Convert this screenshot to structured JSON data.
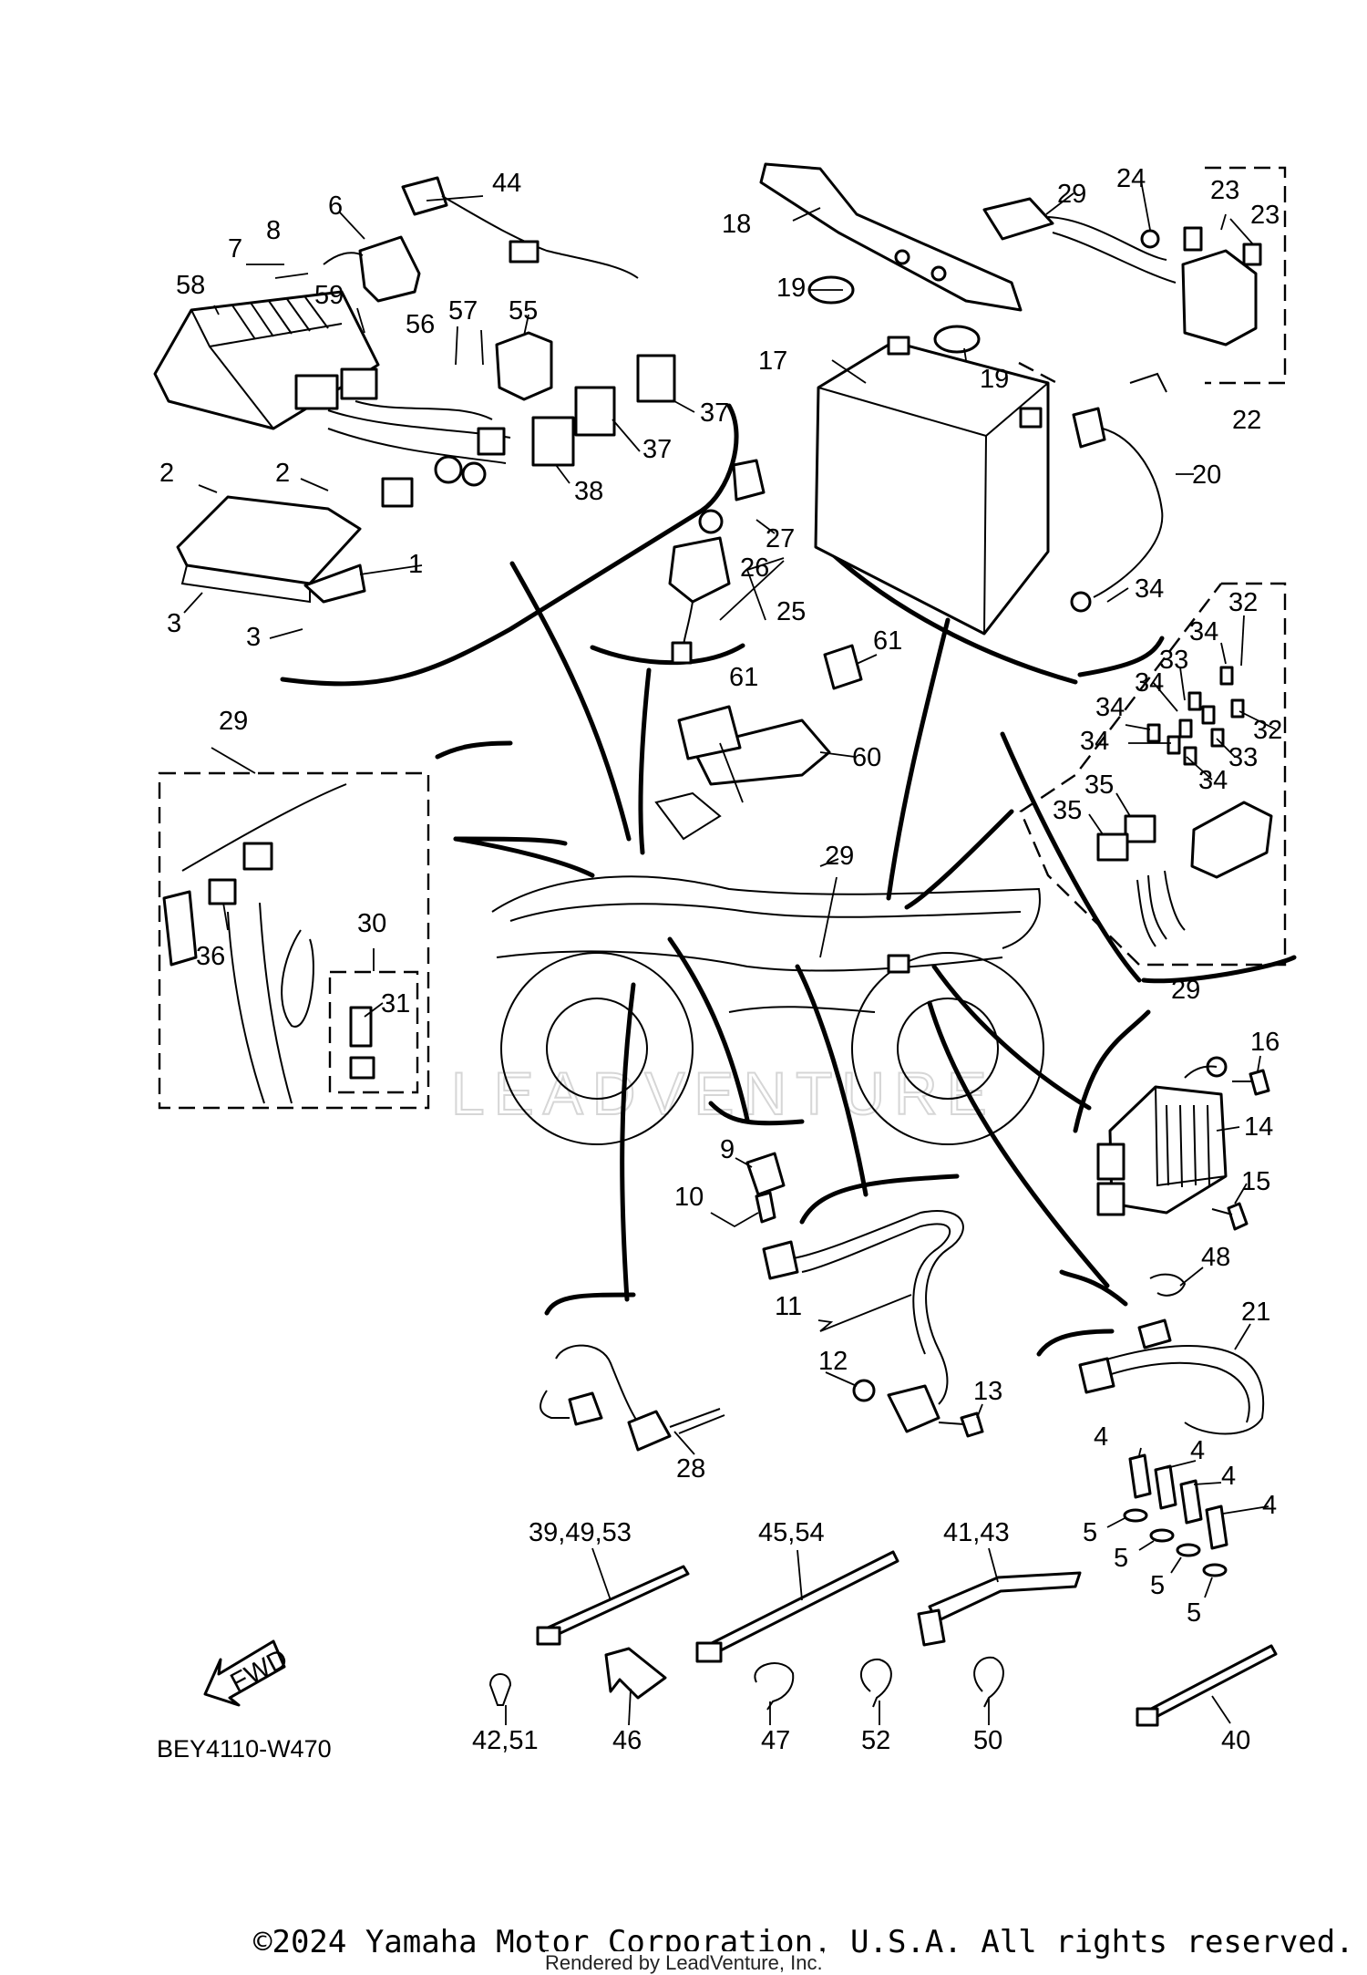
{
  "diagram_code": "BEY4110-W470",
  "watermark": "LEADVENTURE",
  "fwd_label": "FWD",
  "copyright": "©2024 Yamaha Motor Corporation, U.S.A. All rights reserved.",
  "rendered_by": "Rendered by LeadVenture, Inc.",
  "callouts": {
    "c1": "1",
    "c2a": "2",
    "c2b": "2",
    "c3a": "3",
    "c3b": "3",
    "c4a": "4",
    "c4b": "4",
    "c4c": "4",
    "c4d": "4",
    "c5a": "5",
    "c5b": "5",
    "c5c": "5",
    "c5d": "5",
    "c6": "6",
    "c7": "7",
    "c8": "8",
    "c9": "9",
    "c10": "10",
    "c11": "11",
    "c12": "12",
    "c13": "13",
    "c14": "14",
    "c15": "15",
    "c16": "16",
    "c17": "17",
    "c18": "18",
    "c19a": "19",
    "c19b": "19",
    "c20": "20",
    "c21": "21",
    "c22": "22",
    "c23a": "23",
    "c23b": "23",
    "c24": "24",
    "c25": "25",
    "c26": "26",
    "c27": "27",
    "c28": "28",
    "c29a": "29",
    "c29b": "29",
    "c29c": "29",
    "c29d": "29",
    "c30": "30",
    "c31": "31",
    "c32a": "32",
    "c32b": "32",
    "c33a": "33",
    "c33b": "33",
    "c34a": "34",
    "c34b": "34",
    "c34c": "34",
    "c34d": "34",
    "c34e": "34",
    "c34f": "34",
    "c35a": "35",
    "c35b": "35",
    "c36": "36",
    "c37a": "37",
    "c37b": "37",
    "c38": "38",
    "c39": "39,49,53",
    "c40": "40",
    "c41": "41,43",
    "c42": "42,51",
    "c44": "44",
    "c45": "45,54",
    "c46": "46",
    "c47": "47",
    "c48": "48",
    "c50": "50",
    "c52": "52",
    "c55": "55",
    "c56": "56",
    "c57": "57",
    "c58": "58",
    "c59": "59",
    "c60": "60",
    "c61a": "61",
    "c61b": "61"
  }
}
